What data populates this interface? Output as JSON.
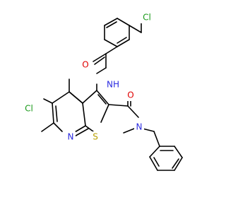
{
  "atoms": {
    "cl_top": {
      "text": "Cl",
      "color": "#1a9a1a"
    },
    "o_amide1": {
      "text": "O",
      "color": "#e00000"
    },
    "nh": {
      "text": "NH",
      "color": "#2a2ae0"
    },
    "cl_left": {
      "text": "Cl",
      "color": "#1a9a1a"
    },
    "o_amide2": {
      "text": "O",
      "color": "#e00000"
    },
    "n_pyridine": {
      "text": "N",
      "color": "#2a2ae0"
    },
    "s_thiophene": {
      "text": "S",
      "color": "#b8a000"
    },
    "n_amide": {
      "text": "N",
      "color": "#2a2ae0"
    }
  },
  "colors": {
    "bond": "#000000",
    "chlorine": "#1a9a1a",
    "oxygen": "#e00000",
    "nitrogen": "#2a2ae0",
    "sulfur": "#b8a000"
  }
}
